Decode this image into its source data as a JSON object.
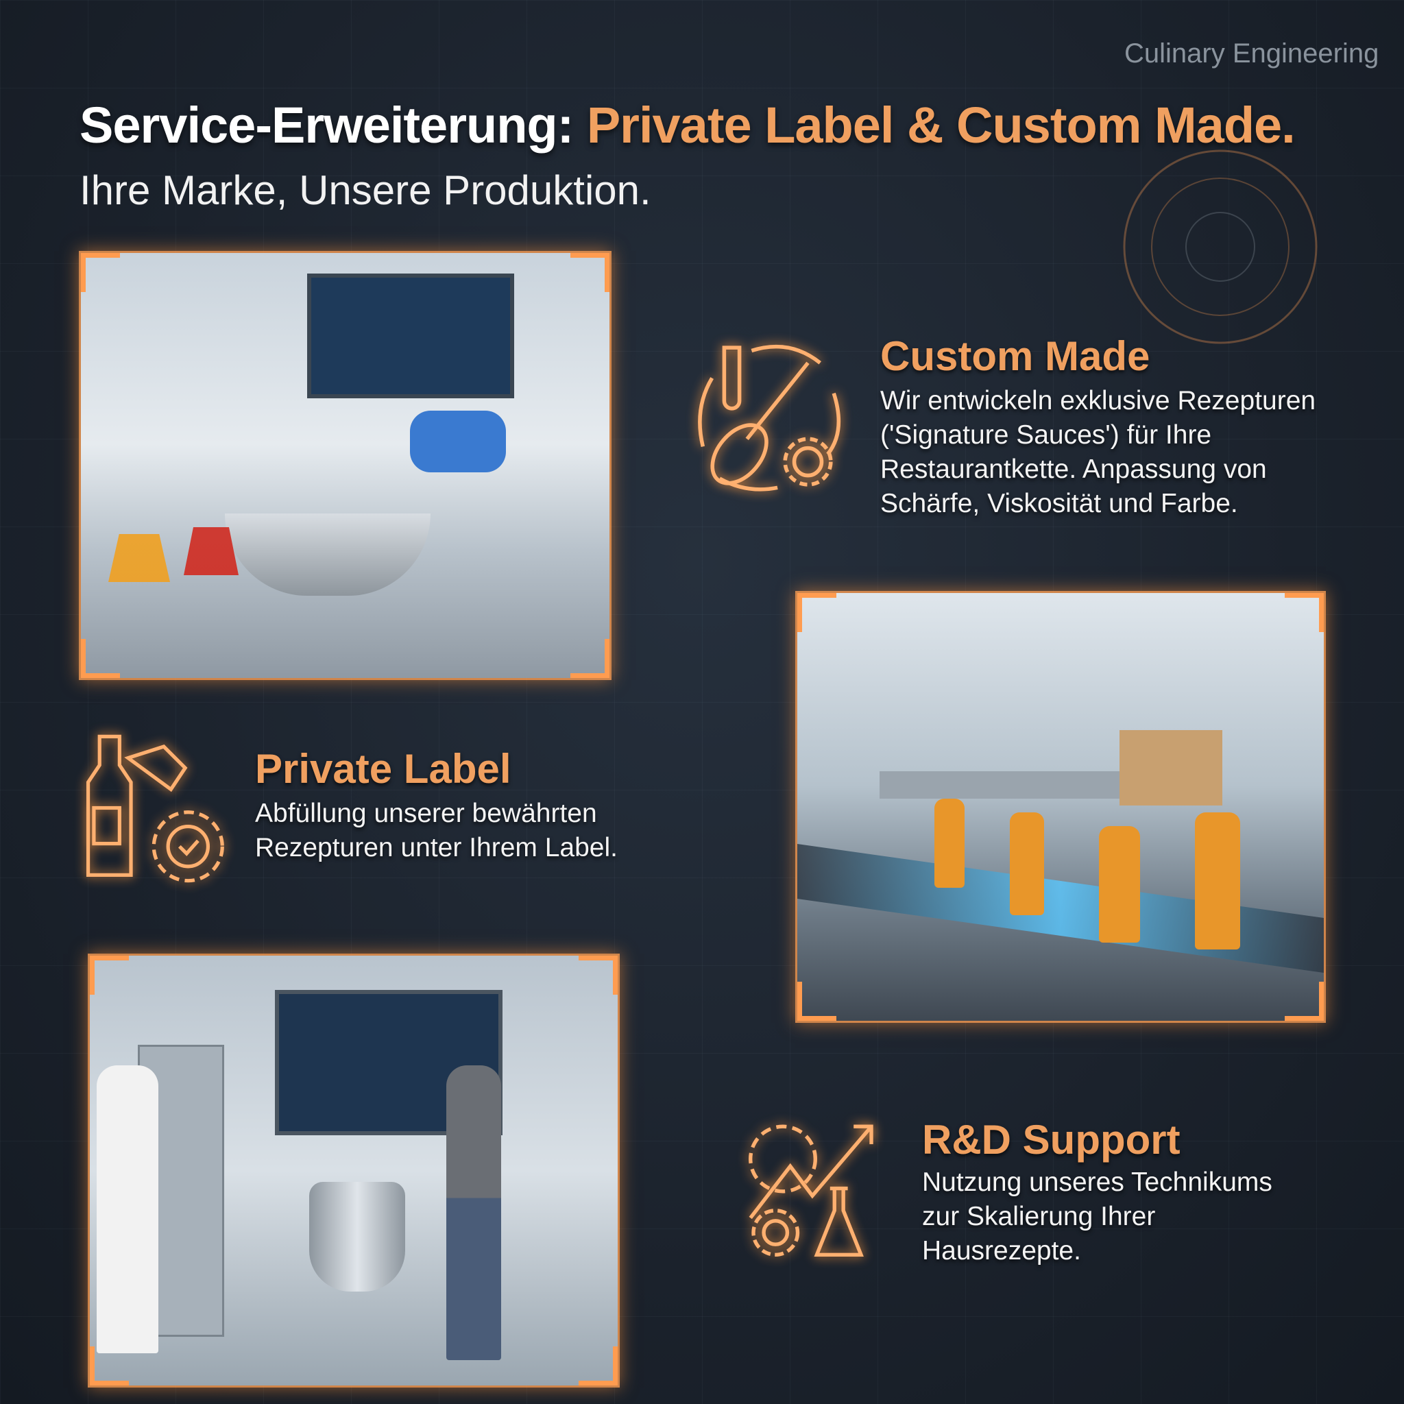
{
  "brand": "Culinary Engineering",
  "title": {
    "prefix": "Service-Erweiterung: ",
    "accent": "Private Label & Custom Made."
  },
  "subtitle": "Ihre Marke, Unsere Produktion.",
  "sections": [
    {
      "heading": "Custom Made",
      "icon": "whisk-gear-flask-icon",
      "lines": [
        "Wir entwickeln exklusive Rezepturen",
        "('Signature Sauces') für Ihre",
        "Restaurantkette. Anpassung von",
        "Schärfe, Viskosität und Farbe."
      ]
    },
    {
      "heading": "Private Label",
      "icon": "bottle-tag-gear-icon",
      "lines": [
        "Abfüllung unserer bewährten",
        "Rezepturen unter Ihrem Label."
      ]
    },
    {
      "heading": "R&D Support",
      "icon": "gear-chart-flask-icon",
      "lines": [
        "Nutzung unseres Technikums",
        "zur Skalierung Ihrer",
        "Hausrezepte."
      ]
    }
  ],
  "colors": {
    "accent": "#f0a060",
    "background": "#1b222c",
    "glow": "#ff9a40"
  }
}
